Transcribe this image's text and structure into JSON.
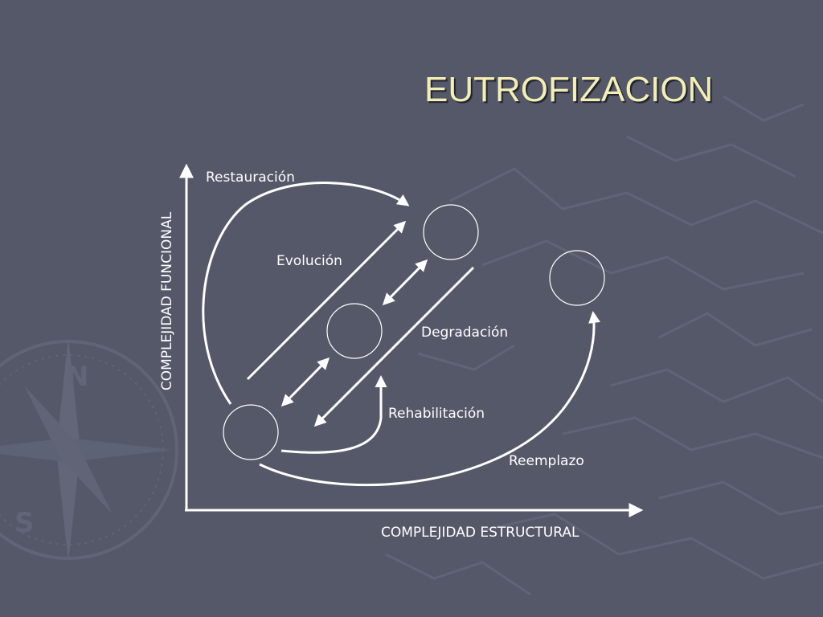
{
  "title": "EUTROFIZACION",
  "axes": {
    "x_label": "COMPLEJIDAD ESTRUCTURAL",
    "y_label": "COMPLEJIDAD FUNCIONAL"
  },
  "processes": {
    "restauracion": "Restauración",
    "evolucion": "Evolución",
    "degradacion": "Degradación",
    "rehabilitacion": "Rehabilitación",
    "reemplazo": "Reemplazo"
  },
  "colors": {
    "background": "#555869",
    "title": "#f3efb4",
    "line": "#ffffff"
  }
}
